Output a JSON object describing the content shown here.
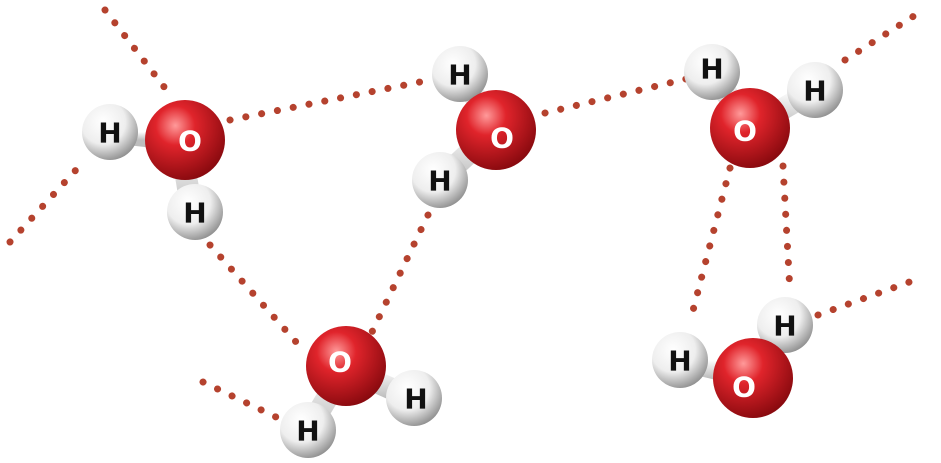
{
  "labels": {
    "hydrogen": "H",
    "oxygen": "O"
  },
  "colors": {
    "oxygen": "#e0242b",
    "oxygen_dark": "#9b0d12",
    "hydrogen": "#f4f4f4",
    "hydrogen_dark": "#9c9c9c",
    "hydrogen_bond": "#b5422e",
    "label_on_hydrogen": "#111111",
    "label_on_oxygen": "#ffffff"
  },
  "molecules": [
    {
      "id": "water-1",
      "atoms": [
        "H",
        "O",
        "H"
      ]
    },
    {
      "id": "water-2",
      "atoms": [
        "H",
        "O",
        "H"
      ]
    },
    {
      "id": "water-3",
      "atoms": [
        "H",
        "O",
        "H"
      ]
    },
    {
      "id": "water-4",
      "atoms": [
        "H",
        "O",
        "H"
      ]
    },
    {
      "id": "water-5",
      "atoms": [
        "H",
        "O",
        "H"
      ]
    }
  ]
}
